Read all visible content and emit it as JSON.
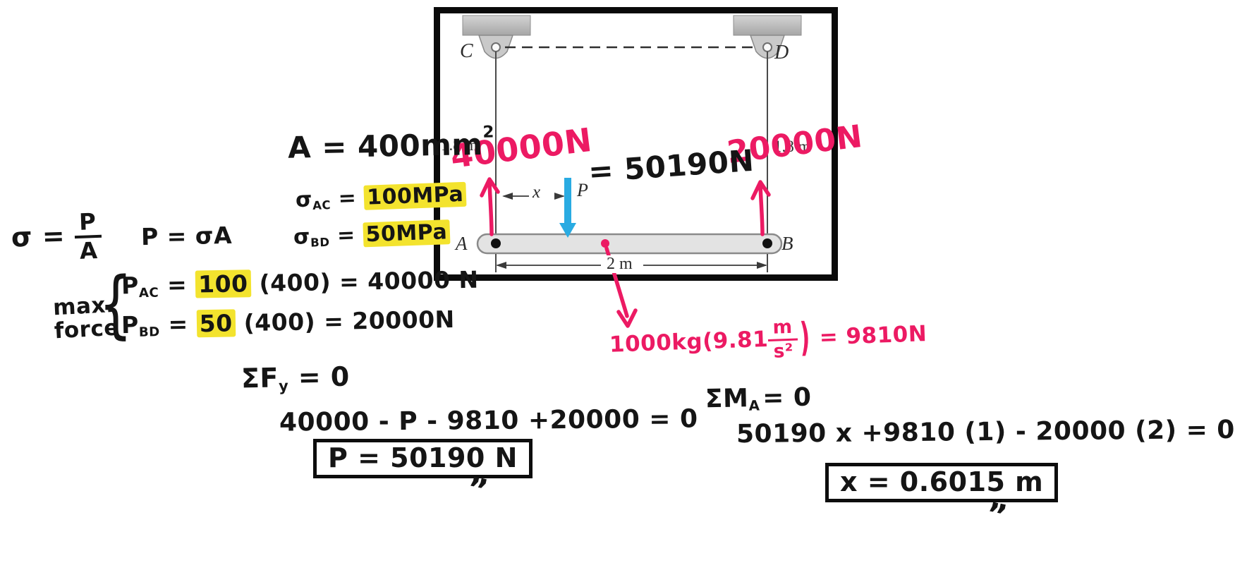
{
  "colors": {
    "ink": "#151515",
    "pink": "#ec1a63",
    "highlight": "#f3e32e",
    "blue": "#29abe2"
  },
  "figure": {
    "label_c": "C",
    "label_d": "D",
    "label_a": "A",
    "label_b": "B",
    "label_p": "P",
    "label_x": "x",
    "cable_left_length": "1.8 m",
    "cable_right_length": "1.8 m",
    "span": "2 m"
  },
  "annotations": {
    "force_left": "40000N",
    "force_right": "20000N",
    "p_value": "= 50190N",
    "weight_pre": "1000kg(9.81",
    "weight_num": "m",
    "weight_den": "s²",
    "weight_paren": ")",
    "weight_result": "= 9810N"
  },
  "work": {
    "area_pre": "A = 400mm",
    "area_sup": "2",
    "sigma_ac_sym": "σ",
    "sigma_ac_sub": "AC",
    "sigma_ac_eq": " = ",
    "sigma_ac_val": "100MPa",
    "sigma_bd_sym": "σ",
    "sigma_bd_sub": "BD",
    "sigma_bd_eq": " = ",
    "sigma_bd_val": "50MPa",
    "sigma_def_sym": "σ",
    "sigma_def_eq": " = ",
    "sigma_def_num": "P",
    "sigma_def_den": "A",
    "p_def": "P = σA",
    "max_line1": "max.",
    "max_line2": "force",
    "brace": "{",
    "pac_sym": "P",
    "pac_sub": "AC",
    "pac_eq": " = ",
    "pac_hl": "100",
    "pac_mid": " (400)",
    "pac_rhs": " = 40000 N",
    "pbd_sym": "P",
    "pbd_sub": "BD",
    "pbd_eq": " = ",
    "pbd_hl": "50",
    "pbd_mid": " (400)",
    "pbd_rhs": " = 20000N",
    "sum_fy_pre": "ΣF",
    "sum_fy_sub": "y",
    "sum_fy_rhs": " = 0",
    "fy_equation": "40000 - P - 9810 +20000 = 0",
    "p_result": "P = 50190 N",
    "sum_ma_pre": "ΣM",
    "sum_ma_sub": "A",
    "sum_ma_rhs": "= 0",
    "ma_equation": "50190 x +9810 (1) - 20000 (2) = 0",
    "x_result": "x = 0.6015 m",
    "ticks": "”"
  }
}
